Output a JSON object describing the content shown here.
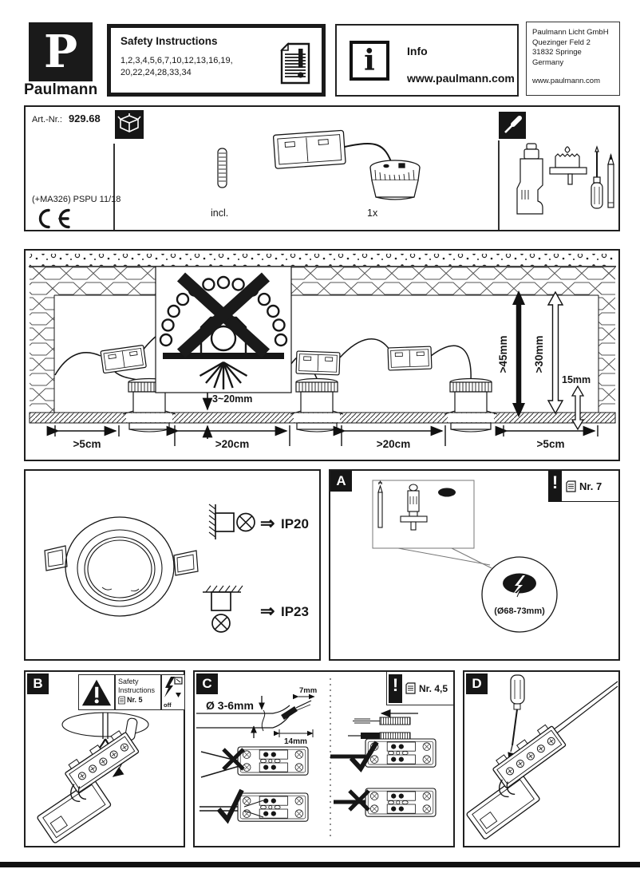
{
  "brand": {
    "logo_letter": "P",
    "logo_name": "Paulmann"
  },
  "header": {
    "safety_title": "Safety Instructions",
    "safety_numbers1": "1,2,3,4,5,6,7,10,12,13,16,19,",
    "safety_numbers2": "20,22,24,28,33,34",
    "info_label": "Info",
    "info_url": "www.paulmann.com",
    "address1": "Paulmann Licht GmbH",
    "address2": "Quezinger Feld 2",
    "address3": "31832 Springe",
    "address4": "Germany",
    "address_url": "www.paulmann.com"
  },
  "kit": {
    "art_label": "Art.-Nr.:",
    "art_number": "929.68",
    "batch_code": "(+MA326) PSPU 11/18",
    "included_label": "incl.",
    "quantity_label": "1x"
  },
  "clearances": {
    "left_gap": ">5cm",
    "left_spacing": ">20cm",
    "right_spacing": ">20cm",
    "right_gap": ">5cm",
    "panel_thickness": "3~20mm",
    "min_height": ">45mm",
    "min_above": ">30mm",
    "recess": "15mm"
  },
  "protection": {
    "arrow": "⇒",
    "wall": "IP20",
    "ceiling": "IP23"
  },
  "steps": {
    "a_label": "A",
    "a_warning_mark": "!",
    "a_note": "Nr. 7",
    "a_hole": "(Ø68-73mm)",
    "b_label": "B",
    "b_safety1": "Safety",
    "b_safety2": "Instructions",
    "b_note": "Nr. 5",
    "b_off": "off",
    "c_label": "C",
    "c_warning_mark": "!",
    "c_note": "Nr. 4,5",
    "c_diameter": "Ø 3-6mm",
    "c_strip_tip": "7mm",
    "c_strip_sheath": "14mm",
    "d_label": "D"
  },
  "colors": {
    "ink": "#161616",
    "paper": "#ffffff"
  }
}
